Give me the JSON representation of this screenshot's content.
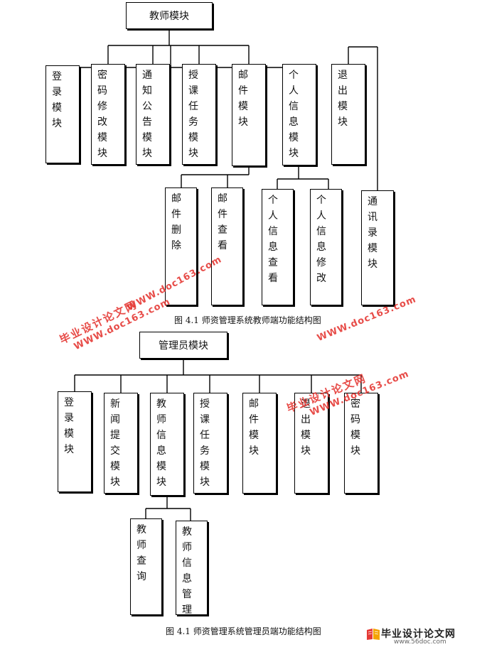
{
  "diagram1": {
    "root": "教师模块",
    "children": [
      "登录模块",
      "密码修改模块",
      "通知公告模块",
      "授课任务模块",
      "邮件模块",
      "个人信息模块",
      "退出模块"
    ],
    "mail_sub": [
      "邮件删除",
      "邮件查看"
    ],
    "info_sub": [
      "个人信息查看",
      "个人信息修改"
    ],
    "exit_sub": [
      "通讯录模块"
    ],
    "caption": "图 4.1  师资管理系统教师端功能结构图"
  },
  "diagram2": {
    "root": "管理员模块",
    "children": [
      "登录模块",
      "新闻提交模块",
      "教师信息模块",
      "授课任务模块",
      "邮件模块",
      "退出模块",
      "密码模块"
    ],
    "teacher_sub": [
      "教师查询",
      "教师信息管理"
    ],
    "caption": "图 4.1  师资管理系统管理员端功能结构图"
  },
  "watermarks": {
    "cn": "毕业设计论文网",
    "site": "WWW.doc163.com"
  },
  "footer": {
    "logo": "毕业设计论文网",
    "site": "www.56doc.com"
  },
  "colors": {
    "line": "#000000",
    "watermark": "#e53935"
  }
}
